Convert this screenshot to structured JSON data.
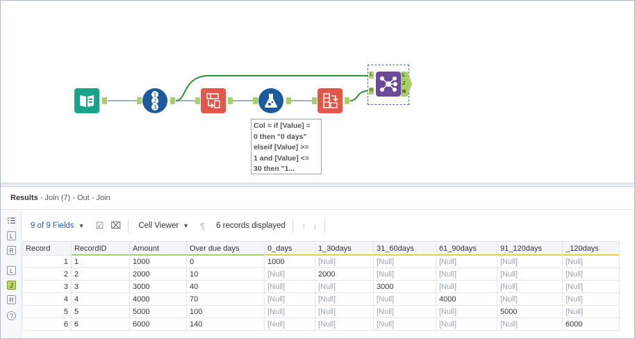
{
  "canvas": {
    "annotation_text": "Col = if [Value] =\n0 then \"0 days\"\nelseif [Value] >=\n1 and [Value] <=\n30 then \"1...",
    "join_anchors": {
      "left": "L",
      "right": "R",
      "out_left": "L",
      "out_join": "J",
      "out_right": "R"
    }
  },
  "results": {
    "title": "Results",
    "subtitle": "- Join (7) - Out - Join"
  },
  "rail": {
    "items": [
      "list-icon",
      "L",
      "R",
      "L",
      "J",
      "R",
      "?"
    ]
  },
  "toolbar": {
    "fields_label": "9 of 9 Fields",
    "viewer_label": "Cell Viewer",
    "records_label": "6 records displayed"
  },
  "grid": {
    "columns": [
      {
        "label": "Record",
        "bar": ""
      },
      {
        "label": "RecordID",
        "bar": "#9fd36a"
      },
      {
        "label": "Amount",
        "bar": "#9fd36a"
      },
      {
        "label": "Over due days",
        "bar": "#9fd36a"
      },
      {
        "label": "0_days",
        "bar": "#f0c84a"
      },
      {
        "label": "1_30days",
        "bar": "#f0c84a"
      },
      {
        "label": "31_60days",
        "bar": "#f0c84a"
      },
      {
        "label": "61_90days",
        "bar": "#f0c84a"
      },
      {
        "label": "91_120days",
        "bar": "#f0c84a"
      },
      {
        "label": "_120days",
        "bar": "#f0c84a"
      }
    ],
    "rows": [
      [
        "1",
        "1",
        "1000",
        "0",
        "1000",
        "[Null]",
        "[Null]",
        "[Null]",
        "[Null]",
        "[Null]"
      ],
      [
        "2",
        "2",
        "2000",
        "10",
        "[Null]",
        "2000",
        "[Null]",
        "[Null]",
        "[Null]",
        "[Null]"
      ],
      [
        "3",
        "3",
        "3000",
        "40",
        "[Null]",
        "[Null]",
        "3000",
        "[Null]",
        "[Null]",
        "[Null]"
      ],
      [
        "4",
        "4",
        "4000",
        "70",
        "[Null]",
        "[Null]",
        "[Null]",
        "4000",
        "[Null]",
        "[Null]"
      ],
      [
        "5",
        "5",
        "5000",
        "100",
        "[Null]",
        "[Null]",
        "[Null]",
        "[Null]",
        "5000",
        "[Null]"
      ],
      [
        "6",
        "6",
        "6000",
        "140",
        "[Null]",
        "[Null]",
        "[Null]",
        "[Null]",
        "[Null]",
        "6000"
      ]
    ]
  }
}
